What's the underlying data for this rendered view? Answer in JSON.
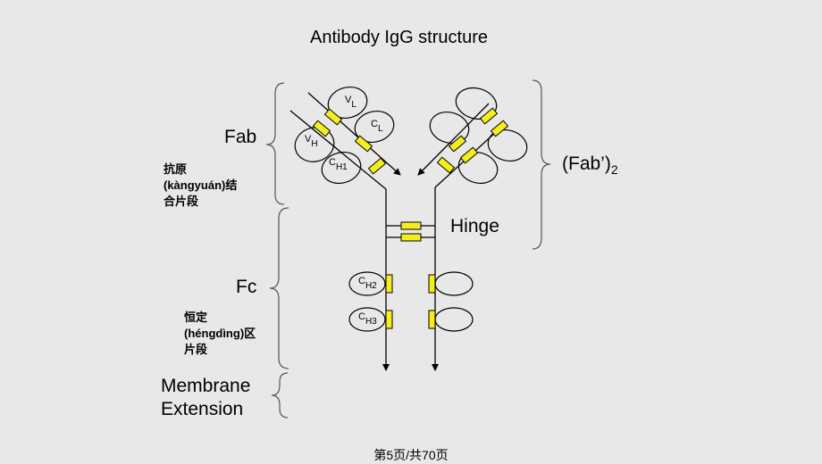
{
  "title": "Antibody IgG structure",
  "region_labels": {
    "fab": "Fab",
    "fab2": "(Fab’)",
    "fab2_subscript": "2",
    "hinge": "Hinge",
    "fc": "Fc",
    "membrane_line1": "Membrane",
    "membrane_line2": "Extension"
  },
  "chinese_notes": {
    "fab_line1": "抗原",
    "fab_line2": "(kàngyuán)结",
    "fab_line3": "合片段",
    "fc_line1": "恒定",
    "fc_line2": "(héngdìng)区",
    "fc_line3": "片段"
  },
  "domains": {
    "vl": "V",
    "vl_sub": "L",
    "cl": "C",
    "cl_sub": "L",
    "vh": "V",
    "vh_sub": "H",
    "ch1": "C",
    "ch1_sub": "H1",
    "ch2": "C",
    "ch2_sub": "H2",
    "ch3": "C",
    "ch3_sub": "H3"
  },
  "footer": "第5页/共70页",
  "colors": {
    "background": "#e8e8e8",
    "disulfide_bond": "#f5ee1e",
    "line": "#000000"
  }
}
